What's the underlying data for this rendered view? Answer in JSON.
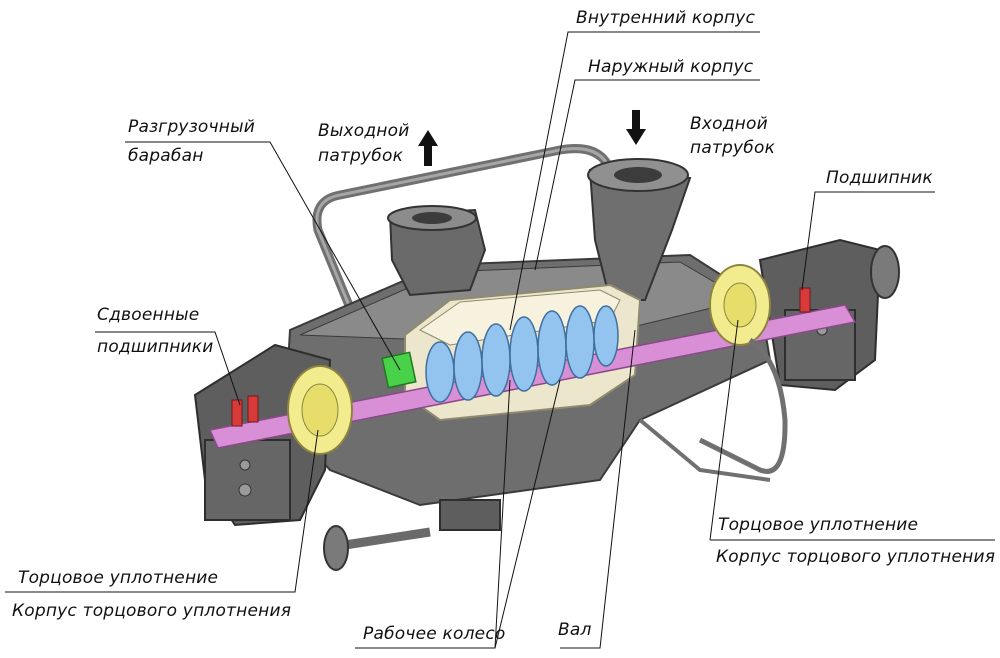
{
  "labels": {
    "inner_casing": "Внутренний корпус",
    "outer_casing": "Наружный корпус",
    "balance_drum_1": "Разгрузочный",
    "balance_drum_2": "барабан",
    "outlet_1": "Выходной",
    "outlet_2": "патрубок",
    "inlet_1": "Входной",
    "inlet_2": "патрубок",
    "bearing": "Подшипник",
    "dual_bearings_1": "Сдвоенные",
    "dual_bearings_2": "подшипники",
    "mech_seal_right": "Торцовое уплотнение",
    "seal_housing_right": "Корпус торцового уплотнения",
    "mech_seal_left": "Торцовое уплотнение",
    "seal_housing_left": "Корпус торцового уплотнения",
    "impeller": "Рабочее колесо",
    "shaft": "Вал"
  },
  "icons": {
    "outlet_arrow": "arrow-up-icon",
    "inlet_arrow": "arrow-down-icon"
  },
  "colors": {
    "casing": "#6e6e6e",
    "casing_light": "#9a9a9a",
    "inner_casing": "#ece6cc",
    "impeller": "#93c3ef",
    "shaft": "#d98fd6",
    "seal": "#f2ec8f",
    "balance_drum": "#4ad14a",
    "bearing_red": "#d83a3a"
  }
}
